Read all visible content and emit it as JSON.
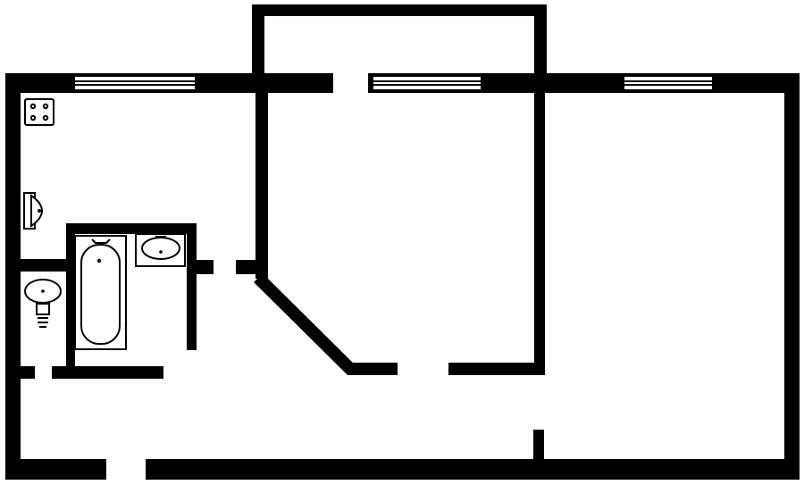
{
  "plan": {
    "type": "apartment-floor-plan",
    "text_labels": [],
    "colors": {
      "wall": "#000000",
      "background": "#ffffff"
    },
    "rooms": [
      "kitchen",
      "bathroom",
      "toilet",
      "room-left",
      "room-right",
      "balcony",
      "hallway"
    ],
    "fixtures": [
      "stove-icon",
      "kitchen-sink-icon",
      "bathtub-icon",
      "bathroom-sink-icon",
      "toilet-icon"
    ],
    "windows": 3,
    "doorways": 6
  }
}
